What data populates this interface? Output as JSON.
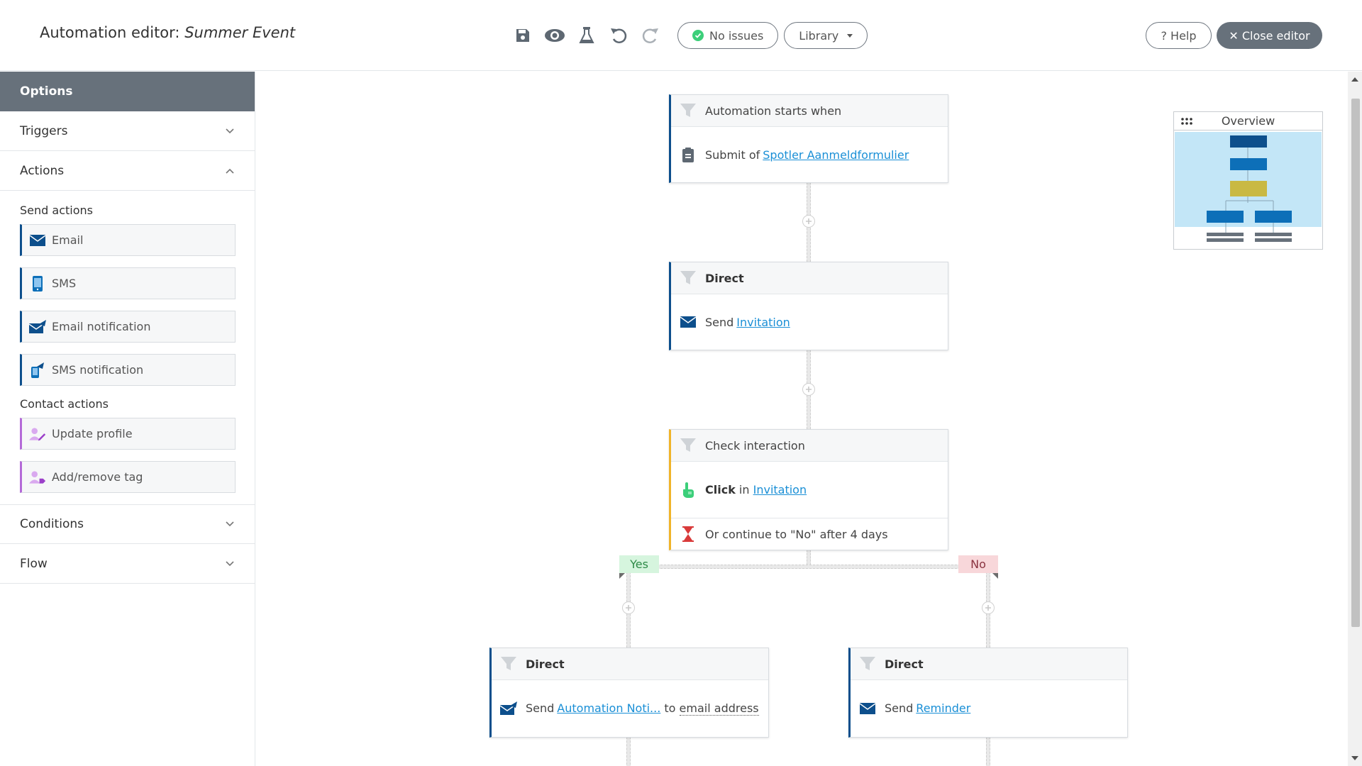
{
  "header": {
    "title_prefix": "Automation editor:",
    "title_name": "Summer Event",
    "status_label": "No issues",
    "library_label": "Library",
    "help_label": "? Help",
    "close_label": "✕ Close editor"
  },
  "sidebar": {
    "options_label": "Options",
    "triggers_label": "Triggers",
    "actions_label": "Actions",
    "send_actions_label": "Send actions",
    "send_actions": [
      {
        "label": "Email",
        "icon": "envelope-icon"
      },
      {
        "label": "SMS",
        "icon": "phone-icon"
      },
      {
        "label": "Email notification",
        "icon": "email-notification-icon"
      },
      {
        "label": "SMS notification",
        "icon": "sms-notification-icon"
      }
    ],
    "contact_actions_label": "Contact actions",
    "contact_actions": [
      {
        "label": "Update profile",
        "icon": "user-edit-icon"
      },
      {
        "label": "Add/remove tag",
        "icon": "user-tag-icon"
      }
    ],
    "conditions_label": "Conditions",
    "flow_label": "Flow"
  },
  "canvas": {
    "trigger_node": {
      "head": "Automation starts when",
      "row_text": "Submit of ",
      "row_link": "Spotler Aanmeldformulier"
    },
    "direct_node_1": {
      "head": "Direct",
      "row_text": "Send ",
      "row_link": "Invitation"
    },
    "check_node": {
      "head": "Check interaction",
      "row1_bold": "Click",
      "row1_text": " in ",
      "row1_link": "Invitation",
      "row2_text": "Or continue to \"No\" after 4 days"
    },
    "yes_label": "Yes",
    "no_label": "No",
    "direct_node_yes": {
      "head": "Direct",
      "row_text": "Send ",
      "row_link": "Automation Noti...",
      "row_suffix": " to ",
      "row_dotted": "email address"
    },
    "direct_node_no": {
      "head": "Direct",
      "row_text": "Send ",
      "row_link": "Reminder"
    },
    "overview_label": "Overview"
  },
  "colors": {
    "accent_blue": "#0d4f8c",
    "link_blue": "#1a8fd6",
    "check_yellow": "#f0b429",
    "contact_purple": "#b46ad8",
    "sidebar_head": "#67717b"
  }
}
